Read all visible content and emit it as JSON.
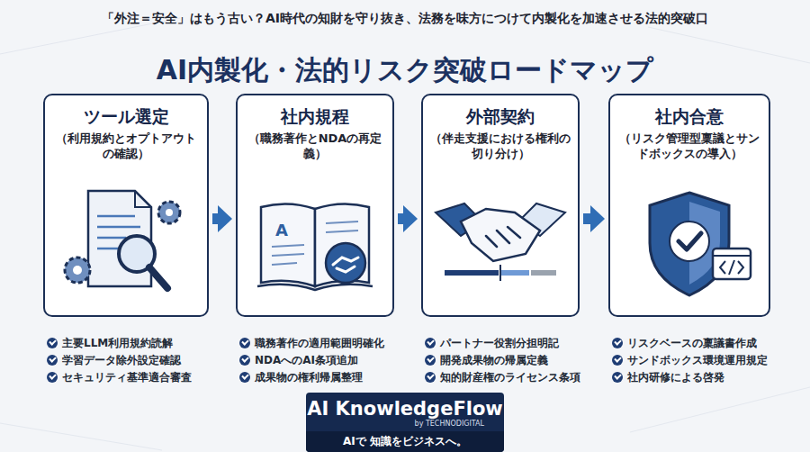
{
  "diagram": {
    "title": "AI内製化・法的リスク突破ロードマップ",
    "nodes": [
      {
        "text": [
          "ツール選定",
          "（利用規約とオプトアウトの確認）"
        ]
      },
      {
        "text": [
          "社内規程",
          "（職務著作とNDAの再定義）"
        ]
      },
      {
        "text": [
          "外部契約",
          "（伴走支援における権利の切り分け）"
        ]
      },
      {
        "text": [
          "社内合意",
          "（リスク管理型稟議とサンドボックスの導入）"
        ]
      },
      {
        "text": [
          "AI KnowledgeFlow",
          "by TECHNODIGITAL",
          "AIで 知識をビジネスへ。"
        ]
      }
    ],
    "edges": [
      {
        "from": 0,
        "to": 1,
        "arrow": "to"
      },
      {
        "from": 1,
        "to": 2,
        "arrow": "to"
      },
      {
        "from": 2,
        "to": 3,
        "arrow": "to"
      }
    ],
    "labels": [
      "「外注＝安全」はもう古い？AI時代の知財を守り抜き、法務を味方につけて内製化を加速させる法的突破口",
      "主要LLM利用規約読解",
      "学習データ除外設定確認",
      "セキュリティ基準適合審査",
      "職務著作の適用範囲明確化",
      "NDAへのAI条項追加",
      "成果物の権利帰属整理",
      "パートナー役割分担明記",
      "開発成果物の帰属定義",
      "知的財産権のライセンス条項",
      "リスクベースの稟議書作成",
      "サンドボックス環境運用規定",
      "社内研修による啓発"
    ]
  }
}
